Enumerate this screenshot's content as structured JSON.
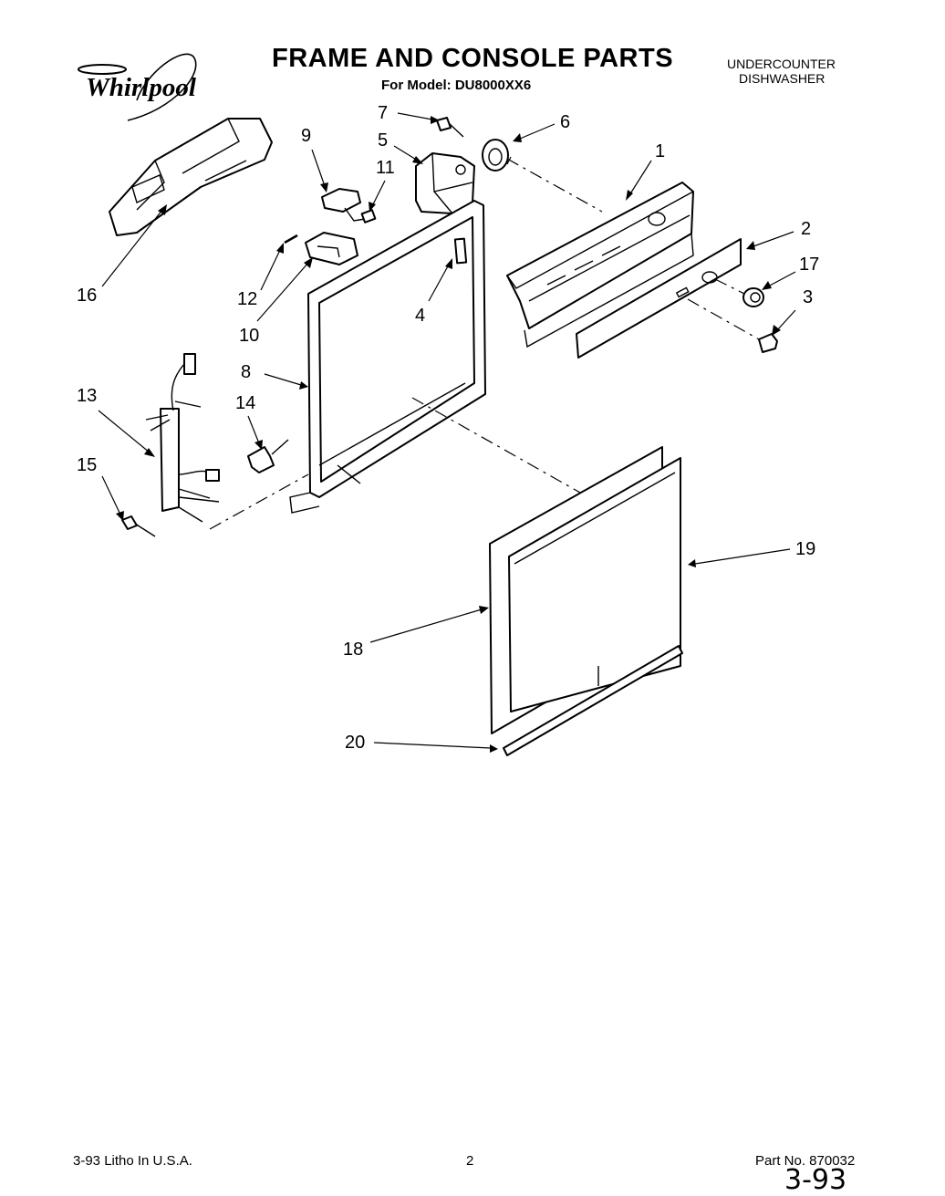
{
  "header": {
    "brand": "Whirlpool",
    "title": "FRAME AND CONSOLE PARTS",
    "model_line": "For Model: DU8000XX6",
    "appliance_type_line1": "UNDERCOUNTER",
    "appliance_type_line2": "DISHWASHER"
  },
  "callouts": [
    "1",
    "2",
    "3",
    "4",
    "5",
    "6",
    "7",
    "8",
    "9",
    "10",
    "11",
    "12",
    "13",
    "14",
    "15",
    "16",
    "17",
    "18",
    "19",
    "20"
  ],
  "footer": {
    "print_info": "3-93 Litho In U.S.A.",
    "page_number": "2",
    "part_number": "Part No. 870032",
    "handwritten_note": "3-93"
  }
}
